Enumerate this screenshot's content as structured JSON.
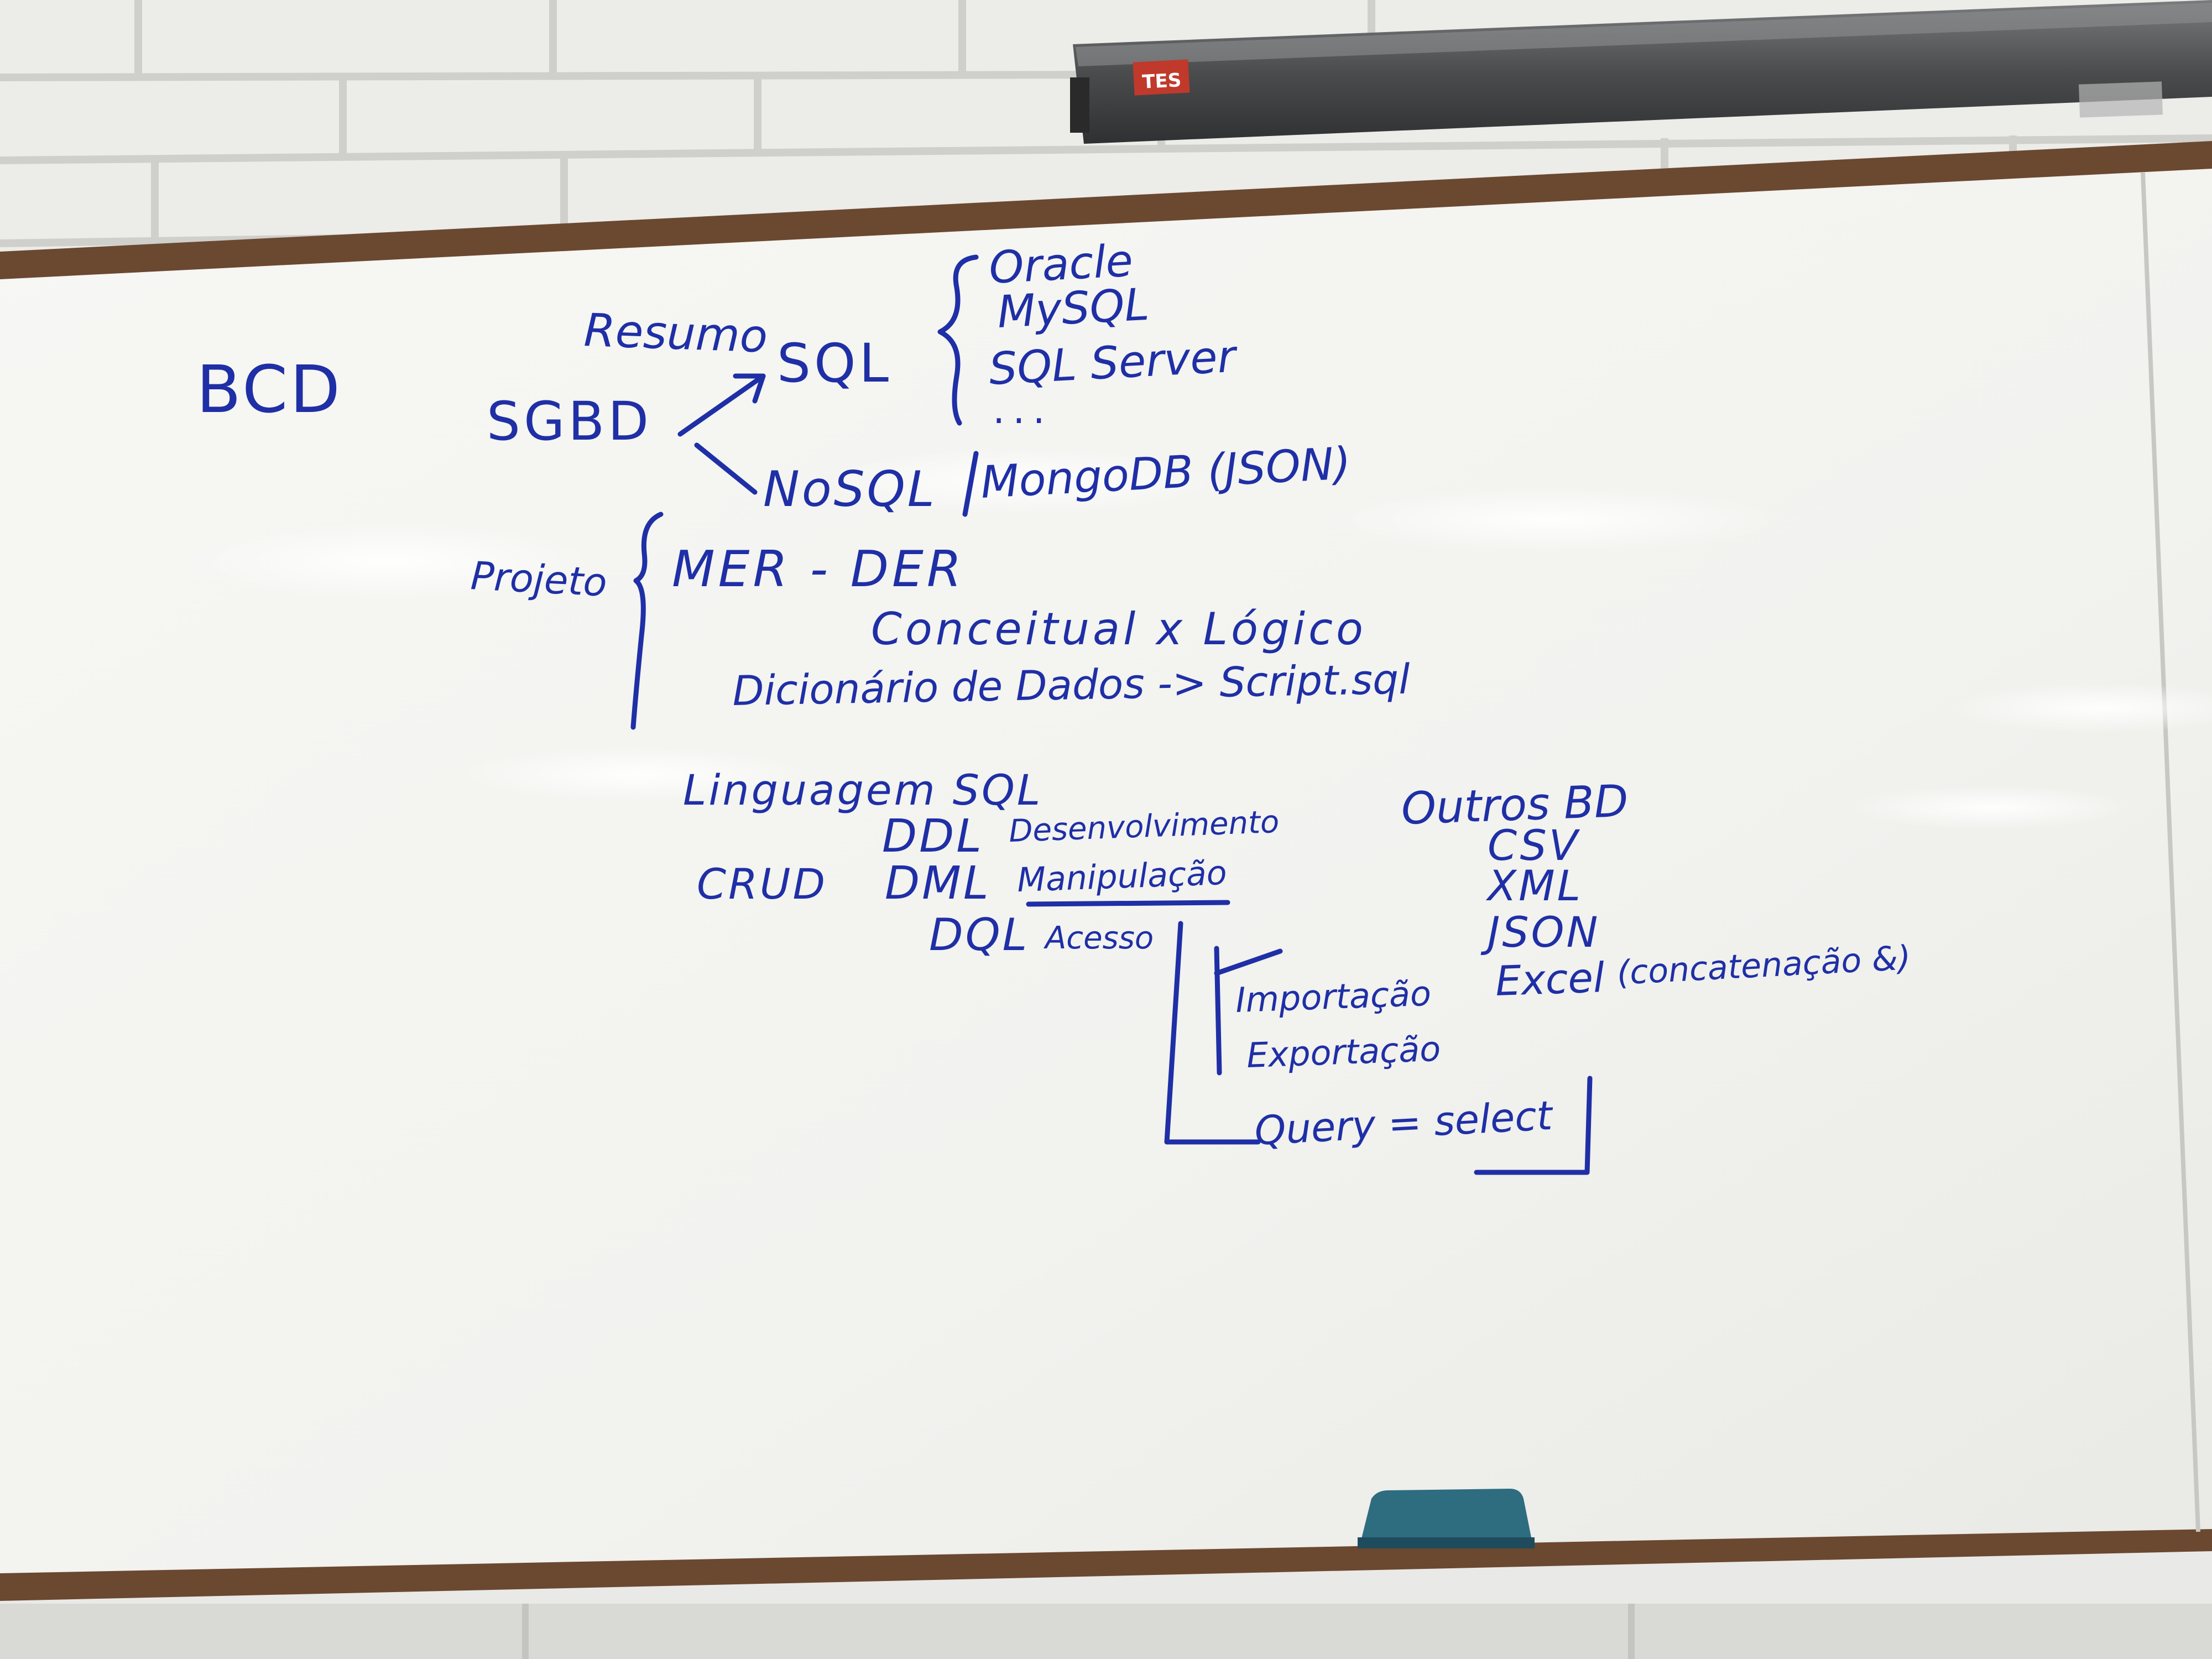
{
  "colors": {
    "wall": "#ececea",
    "mortar": "#cfcfcc",
    "board": "#f6f6f3",
    "frame": "#6e4a30",
    "marker_ink": "#1f2fa6",
    "projector_case": "#5a5b5d",
    "eraser": "#2f6e82"
  },
  "projector": {
    "brand_label": "TES"
  },
  "board": {
    "course_code": "BCD",
    "summary_title": "Resumo",
    "dbms": "SGBD",
    "sql_branch": {
      "label": "SQL",
      "products": [
        "Oracle",
        "MySQL",
        "SQL Server",
        "..."
      ]
    },
    "nosql_branch": {
      "label": "NoSQL",
      "product": "MongoDB (JSON)"
    },
    "project": {
      "label": "Projeto",
      "items": [
        "MER - DER",
        "Conceitual x Lógico",
        "Dicionário de Dados -> Script.sql"
      ]
    },
    "language": {
      "label": "Linguagem SQL",
      "crud": "CRUD",
      "sublanguages": [
        {
          "code": "DDL",
          "meaning": "Desenvolvimento"
        },
        {
          "code": "DML",
          "meaning": "Manipulação"
        },
        {
          "code": "DQL",
          "meaning": "Acesso"
        }
      ],
      "operations": [
        "Importação",
        "Exportação"
      ],
      "query": "Query = select"
    },
    "other_db": {
      "label": "Outros BD",
      "formats": [
        "CSV",
        "XML",
        "JSON",
        "Excel"
      ],
      "excel_note": "(concatenação &)"
    }
  }
}
